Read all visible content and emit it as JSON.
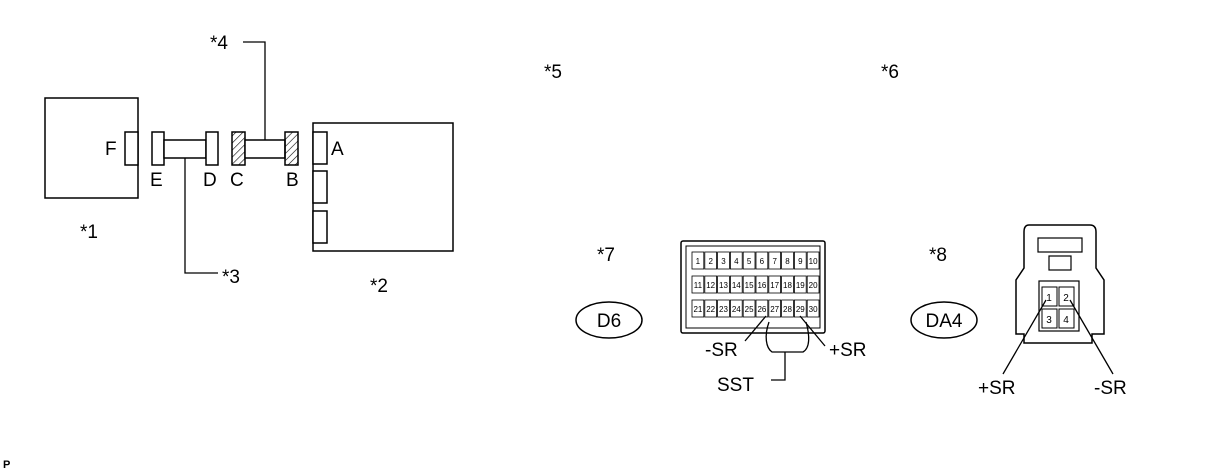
{
  "callouts": {
    "c1": "*1",
    "c2": "*2",
    "c3": "*3",
    "c4": "*4",
    "c5": "*5",
    "c6": "*6",
    "c7": "*7",
    "c8": "*8"
  },
  "connector_letters": {
    "A": "A",
    "B": "B",
    "C": "C",
    "D": "D",
    "E": "E",
    "F": "F"
  },
  "connector_d6": {
    "code": "D6",
    "pins_row1": [
      "1",
      "2",
      "3",
      "4",
      "5",
      "6",
      "7",
      "8",
      "9",
      "10"
    ],
    "pins_row2": [
      "11",
      "12",
      "13",
      "14",
      "15",
      "16",
      "17",
      "18",
      "19",
      "20"
    ],
    "pins_row3": [
      "21",
      "22",
      "23",
      "24",
      "25",
      "26",
      "27",
      "28",
      "29",
      "30"
    ],
    "neg_label": "-SR",
    "pos_label": "+SR",
    "tool_label": "SST"
  },
  "connector_da4": {
    "code": "DA4",
    "pins": [
      "1",
      "2",
      "3",
      "4"
    ],
    "pos_label": "+SR",
    "neg_label": "-SR"
  },
  "corner_mark": "P"
}
